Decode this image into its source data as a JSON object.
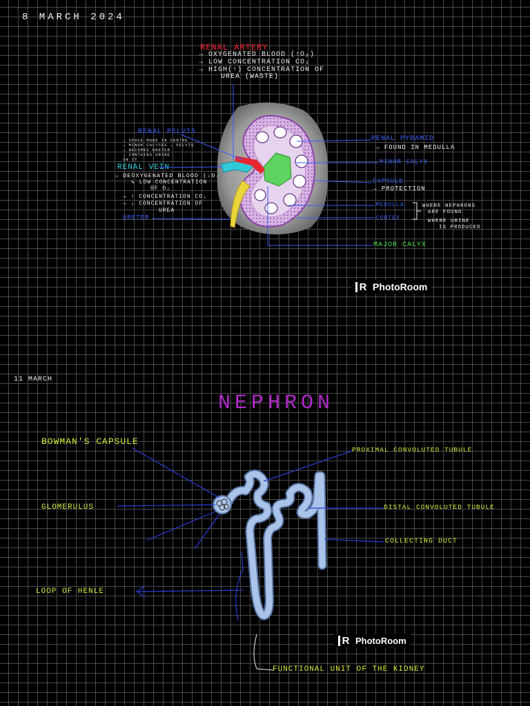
{
  "page1": {
    "date": "8 March 2024",
    "renal_artery": {
      "title": "Renal Artery",
      "lines": [
        "→ Oxygenated blood (↑O₂)",
        "→ Low concentration CO₂",
        "→ High(↑) concentration of",
        "urea (waste)"
      ]
    },
    "renal_pelvis": {
      "title": "Renal Pelvis",
      "notes": [
        "→ Space made in centre",
        "→ Minor calyces → pelvis",
        "→ Becomes ureter",
        "→ Contains urine",
        "  in it"
      ]
    },
    "renal_vein": {
      "title": "Renal Vein",
      "lines": [
        "→ Deoxygenated blood (↓O₂)",
        "↳ low concentration",
        "of O₂",
        "→ ↑ concentration CO₂",
        "→ ↓ concentration of",
        "urea"
      ]
    },
    "ureter": "Ureter",
    "right_labels": {
      "renal_pyramid": "Renal Pyramid",
      "pyramid_note": "→ Found in medulla",
      "minor_calyx": "Minor Calyx",
      "capsule": "Capsule",
      "capsule_note": "→ Protection",
      "medulla": "Medulla",
      "cortex": "Cortex",
      "nephrons_note_1": "Where nephrons",
      "nephrons_note_2": "are found",
      "urine_note_1": "Where urine",
      "urine_note_2": "is produced",
      "major_calyx": "Major Calyx"
    },
    "watermark": "PhotoRoom"
  },
  "page2": {
    "date": "11 March",
    "title": "Nephron",
    "labels": {
      "bowmans_capsule": "Bowman's Capsule",
      "glomerulus": "Glomerulus",
      "loop_of_henle": "Loop of Henle",
      "pct": "Proximal Convoluted Tubule",
      "dct": "Distal Convoluted Tubule",
      "collecting_duct": "Collecting Duct",
      "functional_unit": "Functional unit of the kidney"
    },
    "watermark": "PhotoRoom"
  },
  "colors": {
    "grid": "#4a4a4a",
    "label_blue": "#3a63ff",
    "label_yellow": "#d8e83a",
    "label_green": "#49e349",
    "label_cyan": "#2fd6e0",
    "label_red": "#ff2233",
    "title_purple": "#b02cc8",
    "tubule": "#a9c2e6"
  },
  "icons": [
    "photoroom-logo-icon",
    "kidney-illustration",
    "nephron-illustration"
  ]
}
